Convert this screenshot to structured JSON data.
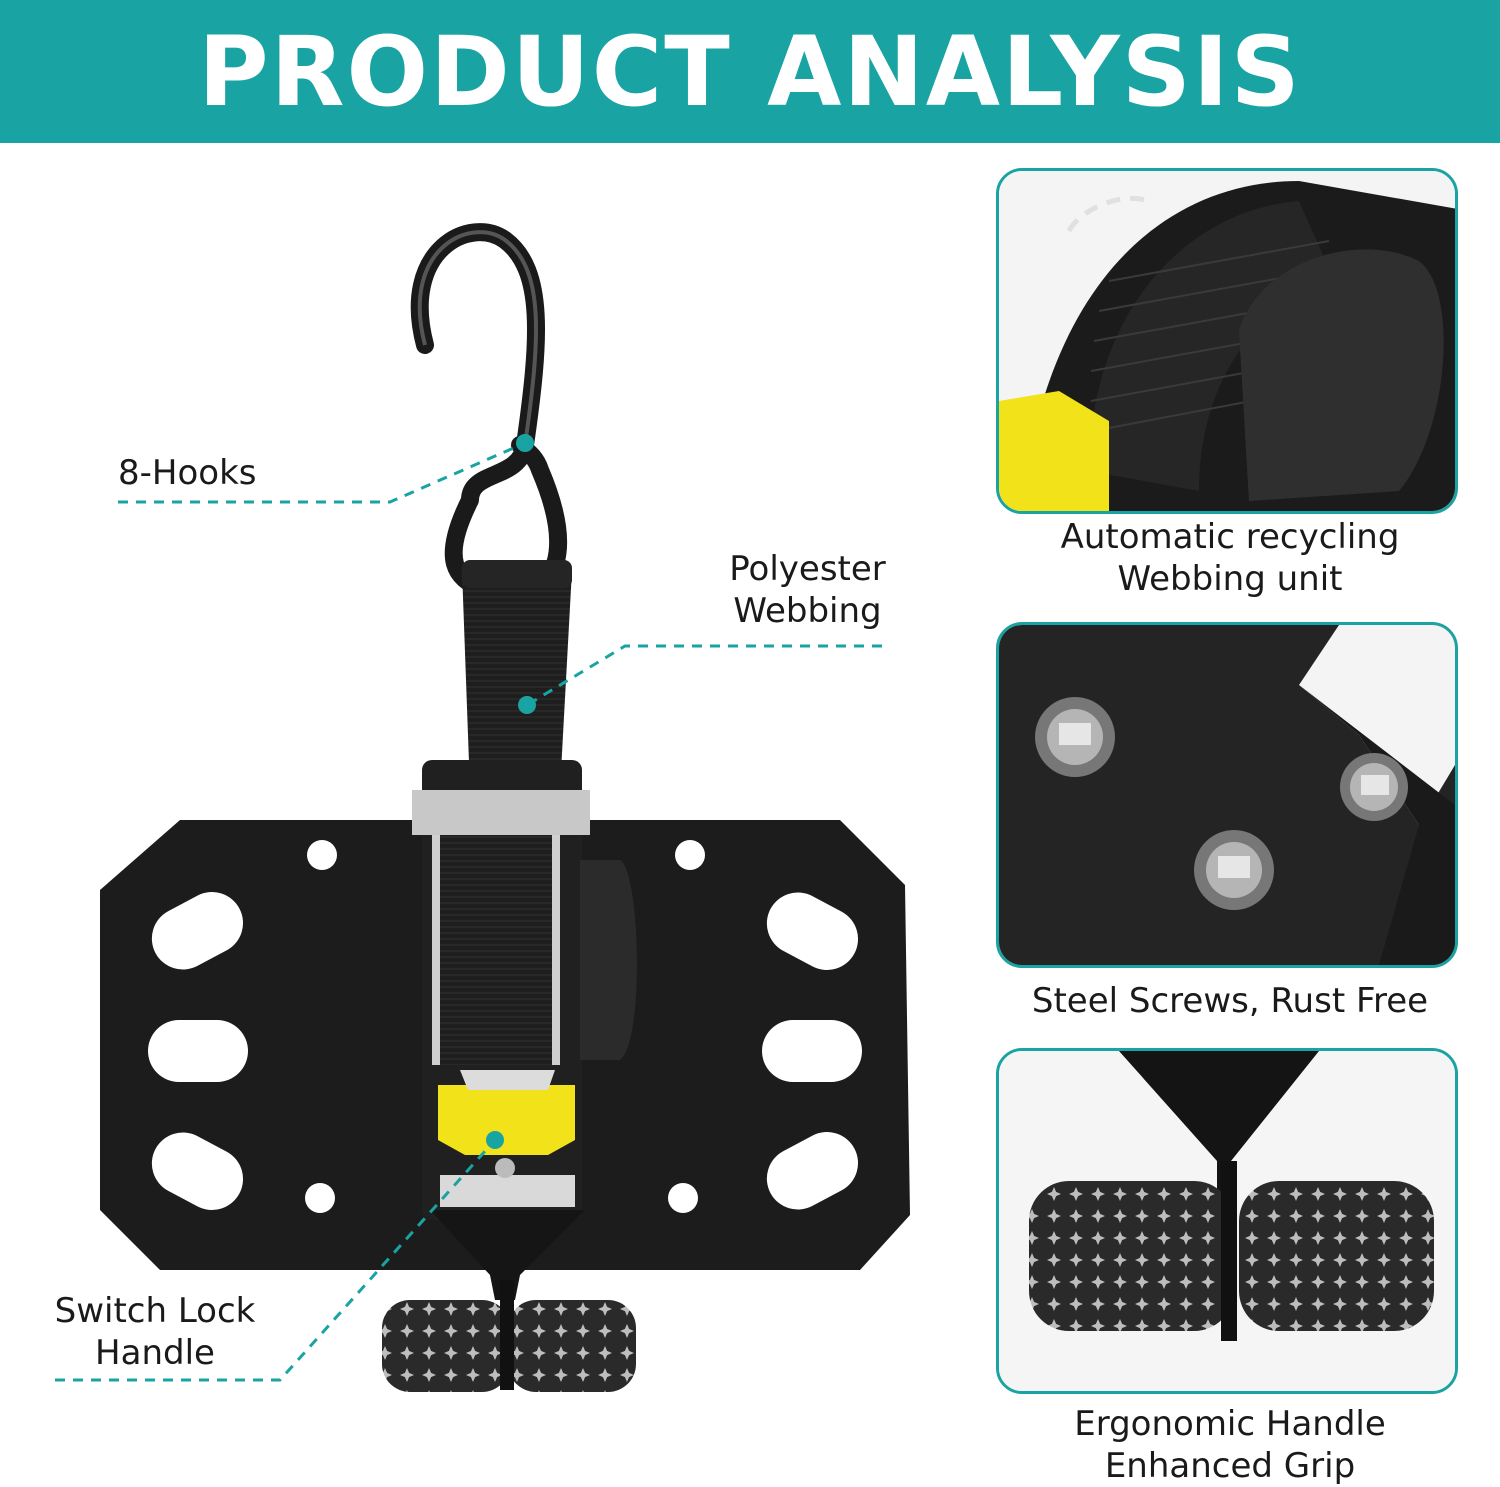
{
  "header": {
    "title": "PRODUCT ANALYSIS",
    "background": "#1aa3a3"
  },
  "callouts": {
    "hooks": "8-Hooks",
    "webbing_line1": "Polyester",
    "webbing_line2": "Webbing",
    "switch_line1": "Switch Lock",
    "switch_line2": "Handle"
  },
  "cards": [
    {
      "line1": "Automatic recycling",
      "line2": "Webbing unit"
    },
    {
      "line1": "Steel Screws, Rust Free"
    },
    {
      "line1": "Ergonomic Handle",
      "line2": "Enhanced Grip"
    }
  ],
  "colors": {
    "accent": "#1aa3a3",
    "metal": "#1c1c1c",
    "latch": "#f2e21a"
  }
}
